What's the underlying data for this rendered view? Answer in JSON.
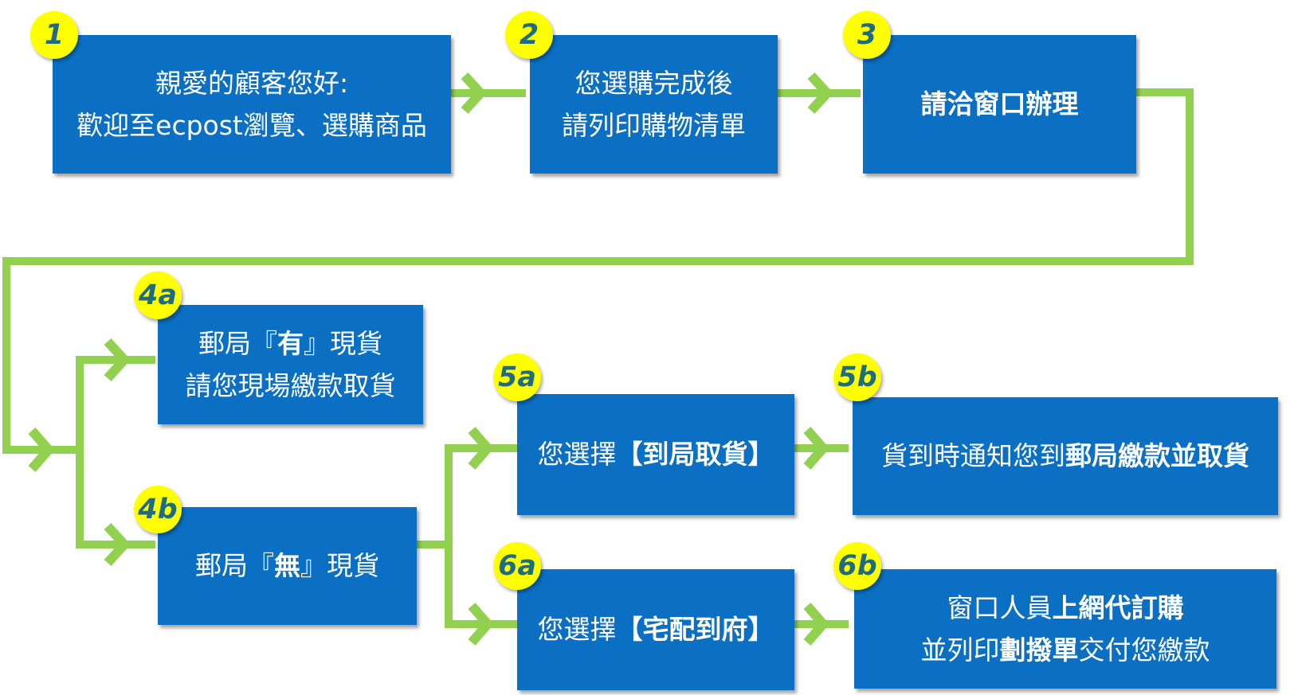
{
  "colors": {
    "box": "#0b6fc3",
    "connector": "#92d050",
    "badge": "#ffff00",
    "badge_text": "#1f6b7f"
  },
  "steps": {
    "s1": {
      "badge": "1",
      "line1": "親愛的顧客您好:",
      "line2": "歡迎至ecpost瀏覽、選購商品"
    },
    "s2": {
      "badge": "2",
      "line1": "您選購完成後",
      "line2": "請列印購物清單"
    },
    "s3": {
      "badge": "3",
      "line1": "請洽窗口辦理"
    },
    "s4a": {
      "badge": "4a",
      "line1_pre": "郵局『",
      "line1_bold": "有",
      "line1_post": "』現貨",
      "line2": "請您現場繳款取貨"
    },
    "s4b": {
      "badge": "4b",
      "line1_pre": "郵局『",
      "line1_bold": "無",
      "line1_post": "』現貨"
    },
    "s5a": {
      "badge": "5a",
      "line1_pre": "您選擇",
      "line1_bold": "【到局取貨】"
    },
    "s5b": {
      "badge": "5b",
      "line1_pre": "貨到時通知您到",
      "line1_bold": "郵局繳款並取貨"
    },
    "s6a": {
      "badge": "6a",
      "line1_pre": "您選擇",
      "line1_bold": "【宅配到府】"
    },
    "s6b": {
      "badge": "6b",
      "line1_pre": "窗口人員",
      "line1_bold": "上網代訂購",
      "line2_pre": "並列印",
      "line2_bold": "劃撥單",
      "line2_post": "交付您繳款"
    }
  }
}
